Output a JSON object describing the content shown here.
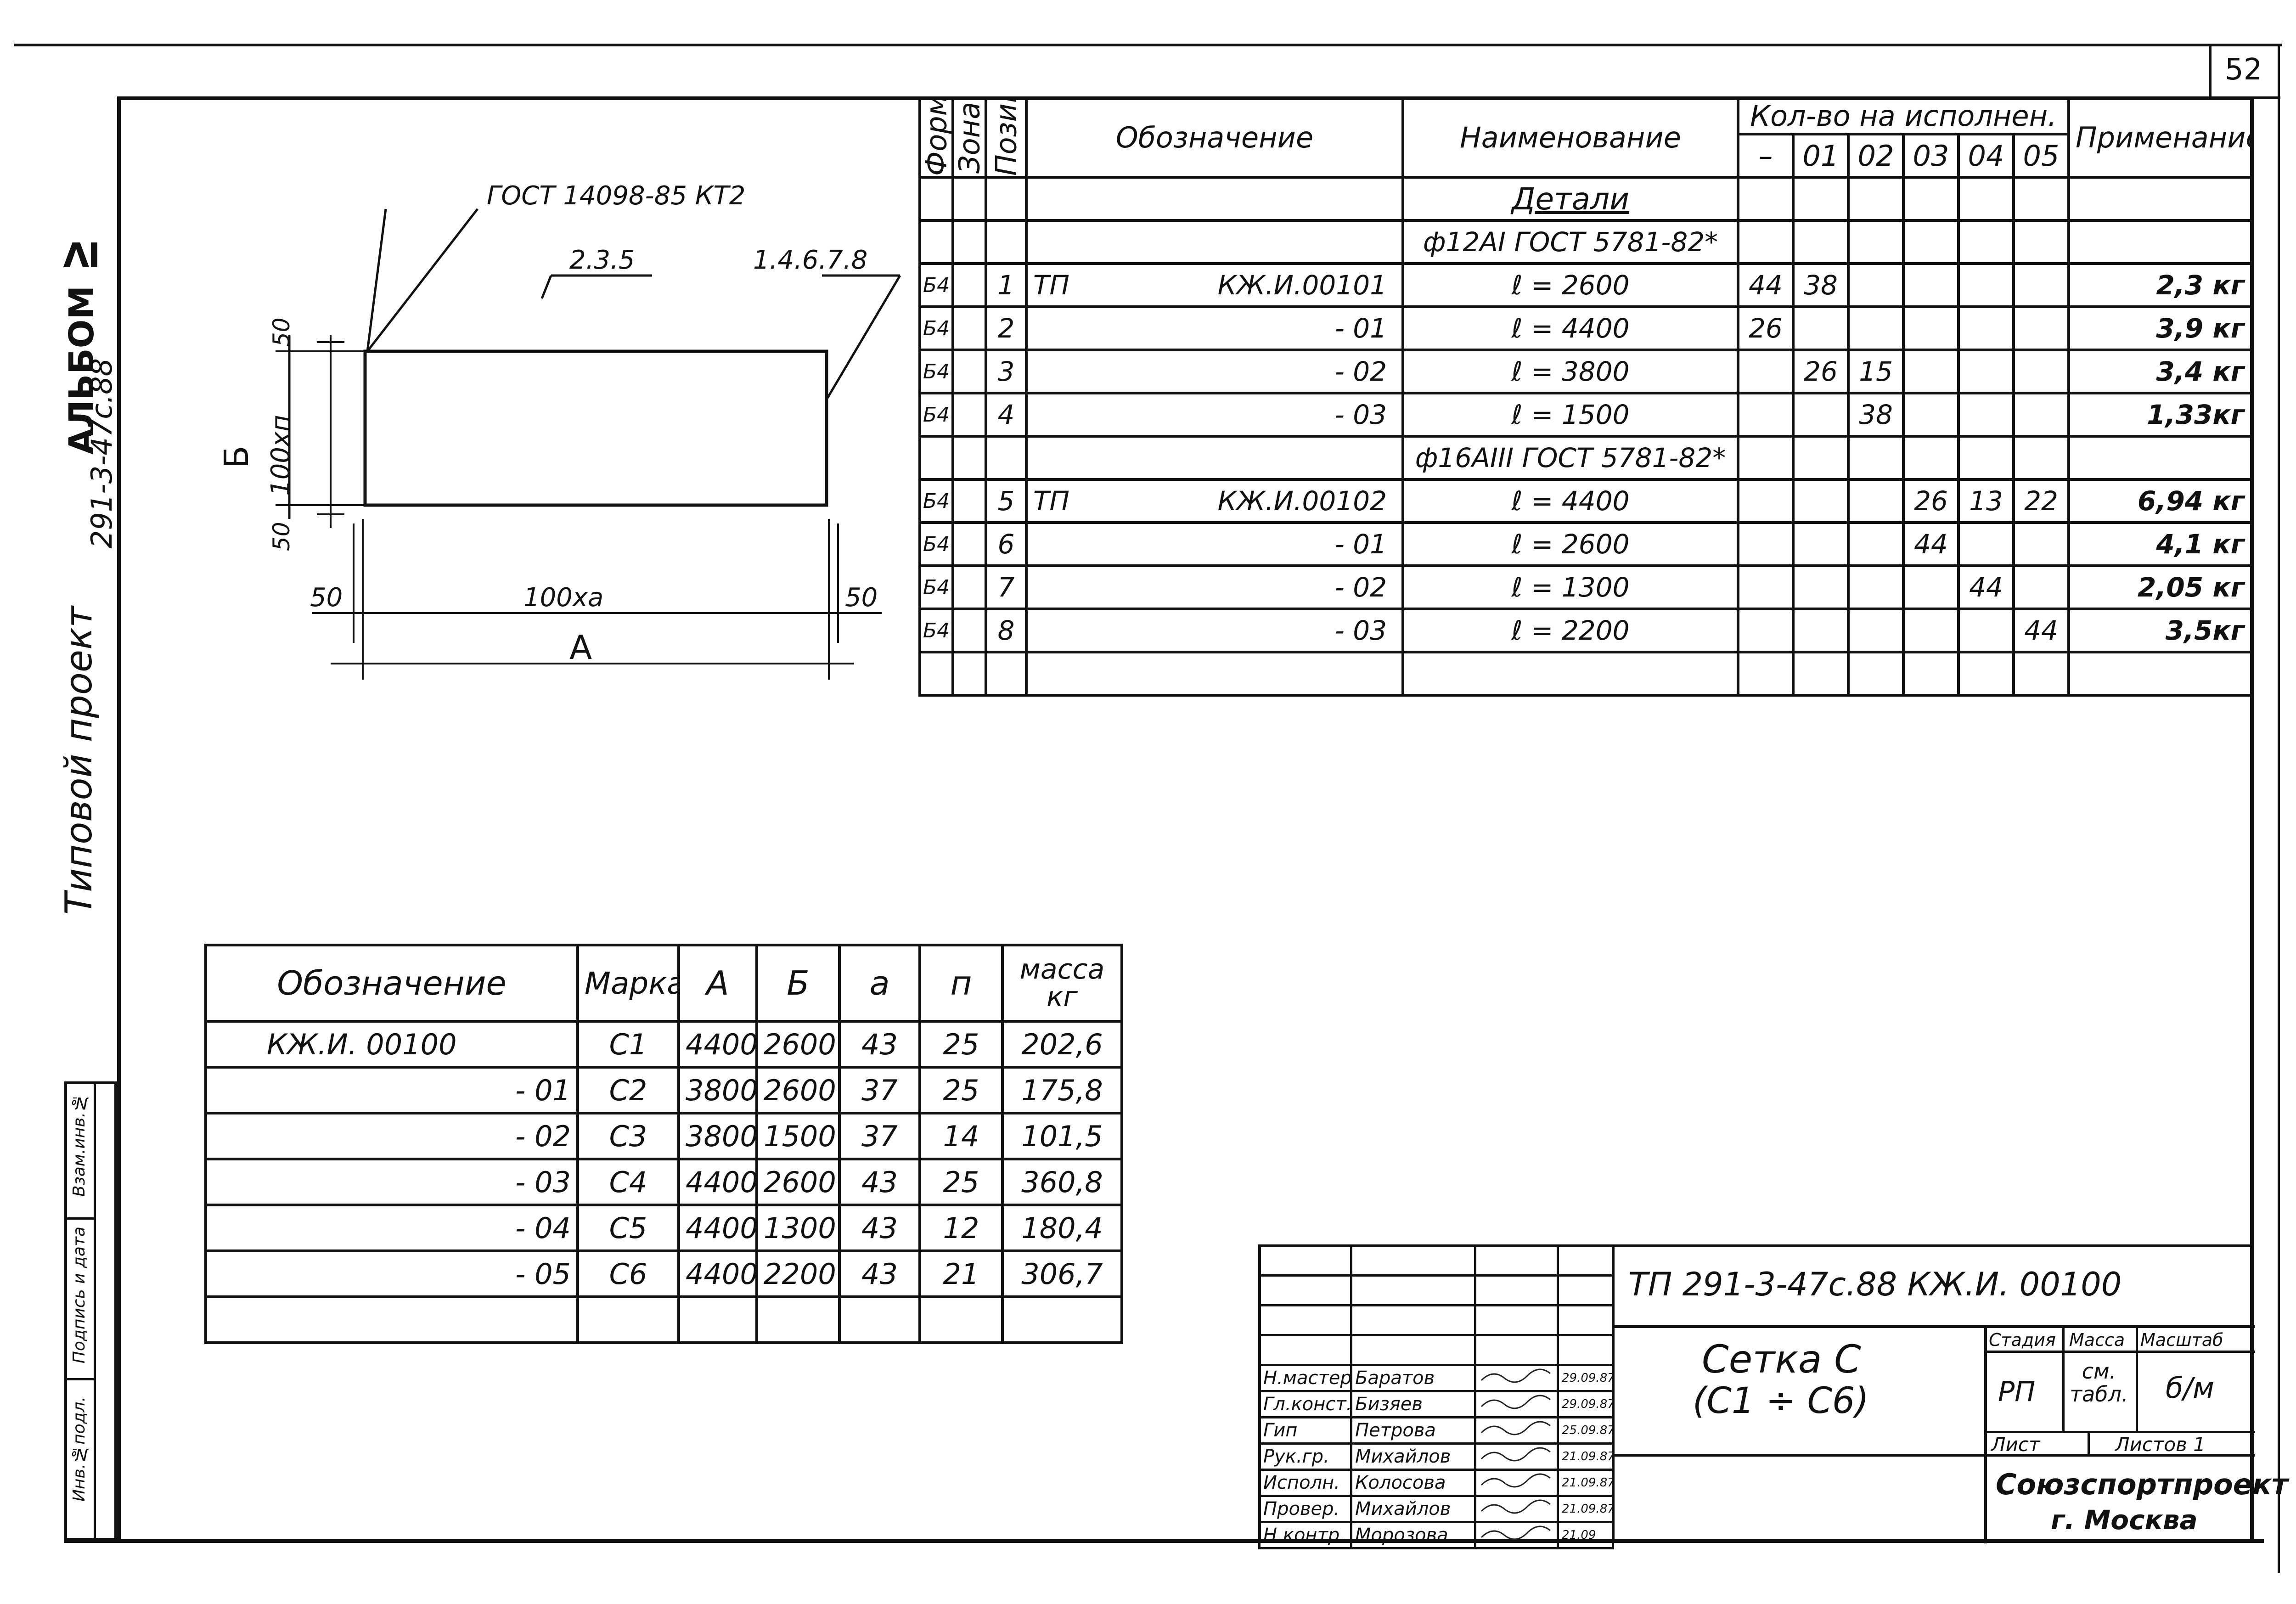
{
  "sheet_number": "52",
  "side": {
    "album": "АЛЬБОМ Ⅳ",
    "project_code": "291-3-47с.88",
    "project_type": "Типовой проект"
  },
  "left_stamp": [
    "Инв.№подл.",
    "Подпись и дата",
    "Взам.инв.№"
  ],
  "drawing": {
    "gost_label": "ГОСТ 14098-85 КТ2",
    "pos_left": "2.3.5",
    "pos_right": "1.4.6.7.8",
    "dim_top": "50",
    "dim_mid": "100хп",
    "dim_bottom": "50",
    "dim_B": "Б",
    "dim_left": "50",
    "dim_ax": "100ха",
    "dim_right": "50",
    "dim_A": "А"
  },
  "spec": {
    "headers": {
      "format": "Формат",
      "zone": "Зона",
      "pos": "Позиц.",
      "designation": "Обозначение",
      "name": "Наименование",
      "qty": "Кол-во на исполнен.",
      "qty_cols": [
        "–",
        "01",
        "02",
        "03",
        "04",
        "05"
      ],
      "application": "Применание"
    },
    "section": "Детали",
    "rows": [
      {
        "fmt": "",
        "pos": "",
        "des1": "",
        "des2": "",
        "name": "ф12АI  ГОСТ 5781-82*",
        "q": [
          "",
          "",
          "",
          "",
          "",
          ""
        ],
        "app": ""
      },
      {
        "fmt": "Б4",
        "pos": "1",
        "des1": "ТП",
        "des2": "КЖ.И.00101",
        "name": "ℓ = 2600",
        "q": [
          "44",
          "38",
          "",
          "",
          "",
          ""
        ],
        "app": "2,3 кг"
      },
      {
        "fmt": "Б4",
        "pos": "2",
        "des1": "",
        "des2": "- 01",
        "name": "ℓ = 4400",
        "q": [
          "26",
          "",
          "",
          "",
          "",
          ""
        ],
        "app": "3,9 кг"
      },
      {
        "fmt": "Б4",
        "pos": "3",
        "des1": "",
        "des2": "- 02",
        "name": "ℓ = 3800",
        "q": [
          "",
          "26",
          "15",
          "",
          "",
          ""
        ],
        "app": "3,4 кг"
      },
      {
        "fmt": "Б4",
        "pos": "4",
        "des1": "",
        "des2": "- 03",
        "name": "ℓ = 1500",
        "q": [
          "",
          "",
          "38",
          "",
          "",
          ""
        ],
        "app": "1,33кг"
      },
      {
        "fmt": "",
        "pos": "",
        "des1": "",
        "des2": "",
        "name": "ф16АIII ГОСТ 5781-82*",
        "q": [
          "",
          "",
          "",
          "",
          "",
          ""
        ],
        "app": ""
      },
      {
        "fmt": "Б4",
        "pos": "5",
        "des1": "ТП",
        "des2": "КЖ.И.00102",
        "name": "ℓ = 4400",
        "q": [
          "",
          "",
          "",
          "26",
          "13",
          "22"
        ],
        "app": "6,94 кг"
      },
      {
        "fmt": "Б4",
        "pos": "6",
        "des1": "",
        "des2": "- 01",
        "name": "ℓ = 2600",
        "q": [
          "",
          "",
          "",
          "44",
          "",
          ""
        ],
        "app": "4,1 кг"
      },
      {
        "fmt": "Б4",
        "pos": "7",
        "des1": "",
        "des2": "- 02",
        "name": "ℓ = 1300",
        "q": [
          "",
          "",
          "",
          "",
          "44",
          ""
        ],
        "app": "2,05 кг"
      },
      {
        "fmt": "Б4",
        "pos": "8",
        "des1": "",
        "des2": "- 03",
        "name": "ℓ = 2200",
        "q": [
          "",
          "",
          "",
          "",
          "",
          "44"
        ],
        "app": "3,5кг"
      },
      {
        "fmt": "",
        "pos": "",
        "des1": "",
        "des2": "",
        "name": "",
        "q": [
          "",
          "",
          "",
          "",
          "",
          ""
        ],
        "app": ""
      }
    ]
  },
  "marks": {
    "headers": [
      "Обозначение",
      "Марка",
      "А",
      "Б",
      "а",
      "п",
      "масса кг"
    ],
    "rows": [
      [
        "КЖ.И. 00100",
        "С1",
        "4400",
        "2600",
        "43",
        "25",
        "202,6"
      ],
      [
        "- 01",
        "С2",
        "3800",
        "2600",
        "37",
        "25",
        "175,8"
      ],
      [
        "- 02",
        "С3",
        "3800",
        "1500",
        "37",
        "14",
        "101,5"
      ],
      [
        "- 03",
        "С4",
        "4400",
        "2600",
        "43",
        "25",
        "360,8"
      ],
      [
        "- 04",
        "С5",
        "4400",
        "1300",
        "43",
        "12",
        "180,4"
      ],
      [
        "- 05",
        "С6",
        "4400",
        "2200",
        "43",
        "21",
        "306,7"
      ],
      [
        "",
        "",
        "",
        "",
        "",
        "",
        ""
      ]
    ]
  },
  "title_block": {
    "code": "ТП  291-3-47с.88    КЖ.И. 00100",
    "title_line1": "Сетка С",
    "title_line2": "(С1 ÷ С6)",
    "stage_label": "Стадия",
    "mass_label": "Масса",
    "scale_label": "Масштаб",
    "stage": "РП",
    "mass": "см. табл.",
    "scale": "б/м",
    "sheet_label": "Лист",
    "sheets_label": "Листов 1",
    "org": "Союзспортпроект",
    "city": "г. Москва",
    "people": [
      {
        "role": "Н.мастер",
        "name": "Баратов",
        "date": "29.09.87"
      },
      {
        "role": "Гл.конст.",
        "name": "Бизяев",
        "date": "29.09.87"
      },
      {
        "role": "Гип",
        "name": "Петрова",
        "date": "25.09.87"
      },
      {
        "role": "Рук.гр.",
        "name": "Михайлов",
        "date": "21.09.87"
      },
      {
        "role": "Исполн.",
        "name": "Колосова",
        "date": "21.09.87"
      },
      {
        "role": "Провер.",
        "name": "Михайлов",
        "date": "21.09.87"
      },
      {
        "role": "Н.контр.",
        "name": "Морозова",
        "date": "21.09"
      }
    ]
  }
}
